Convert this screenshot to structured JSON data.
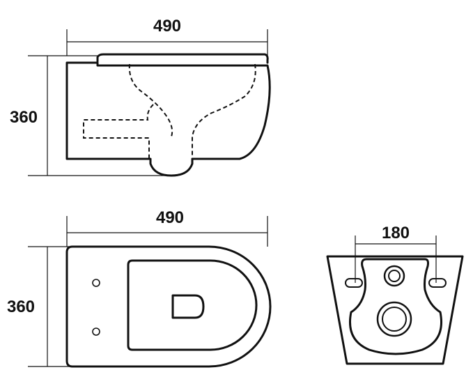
{
  "dimensions": {
    "side_width": "490",
    "side_height": "360",
    "top_width": "490",
    "top_height": "360",
    "rear_spacing": "180"
  },
  "colors": {
    "line": "#111111",
    "background": "#ffffff"
  }
}
